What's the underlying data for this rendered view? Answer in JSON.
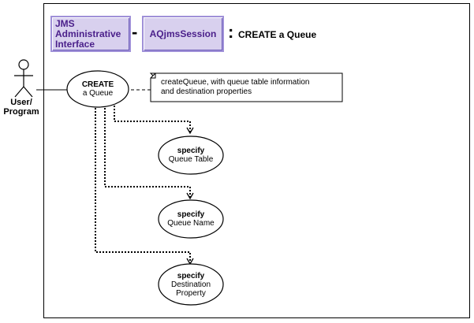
{
  "header": {
    "interface_box": [
      "JMS",
      "Administrative",
      "Interface"
    ],
    "session_box": "AQjmsSession",
    "separator_dash": "-",
    "separator_colon": ":",
    "title": "CREATE a Queue"
  },
  "actor": {
    "label_line1": "User/",
    "label_line2": "Program"
  },
  "main_use_case": {
    "line1": "CREATE",
    "line2": "a Queue"
  },
  "note": {
    "line1": "createQueue, with queue table information",
    "line2": "and destination properties"
  },
  "sub_use_cases": [
    {
      "line1": "specify",
      "line2": "Queue Table",
      "line3": ""
    },
    {
      "line1": "specify",
      "line2": "Queue Name",
      "line3": ""
    },
    {
      "line1": "specify",
      "line2": "Destination",
      "line3": "Property"
    }
  ]
}
